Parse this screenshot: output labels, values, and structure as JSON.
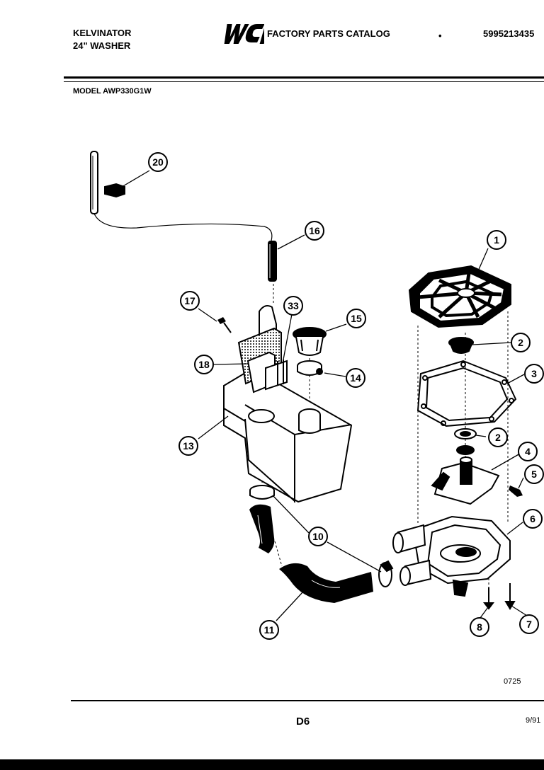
{
  "header": {
    "brand": "KELVINATOR",
    "product": "24\" WASHER",
    "catalog_title": "FACTORY PARTS CATALOG",
    "part_number": "5995213435",
    "model": "MODEL AWP330G1W"
  },
  "logo_text": "WCI",
  "footer": {
    "drawing_number": "0725",
    "page": "D6",
    "date": "9/91"
  },
  "callouts": [
    "20",
    "16",
    "1",
    "17",
    "33",
    "15",
    "2",
    "18",
    "14",
    "3",
    "2",
    "13",
    "4",
    "5",
    "10",
    "6",
    "11",
    "8",
    "7"
  ]
}
